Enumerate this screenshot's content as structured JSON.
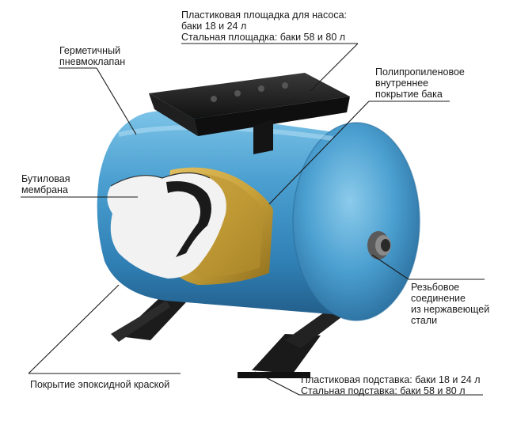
{
  "callouts": {
    "pump_platform": {
      "line1": "Пластиковая площадка для насоса:",
      "line2": "баки 18 и 24 л",
      "line3": "Стальная площадка: баки 58 и 80 л"
    },
    "valve": {
      "line1": "Герметичный",
      "line2": "пневмоклапан"
    },
    "coating": {
      "line1": "Полипропиленовое",
      "line2": "внутреннее",
      "line3": "покрытие бака"
    },
    "membrane": {
      "line1": "Бутиловая",
      "line2": "мембрана"
    },
    "threaded": {
      "line1": "Резьбовое",
      "line2": "соединение",
      "line3": "из нержавеющей",
      "line4": "стали"
    },
    "epoxy": {
      "line1": "Покрытие эпоксидной краской"
    },
    "stand": {
      "line1": "Пластиковая подставка: баки 18 и 24 л",
      "line2": "Стальная подставка: баки 58 и 80 л"
    }
  },
  "colors": {
    "tank_blue": "#4a9fd0",
    "tank_dark": "#2c6f9e",
    "platform": "#1c1c1c",
    "coating_gold": "#c9a23a",
    "membrane_white": "#f2f2f2",
    "leader_line": "#1a1a1a"
  }
}
